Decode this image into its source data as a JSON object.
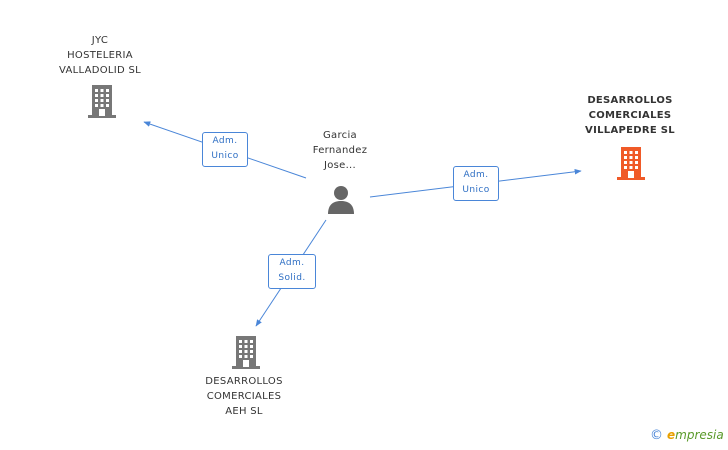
{
  "nodes": {
    "jyc": {
      "lines": [
        "JYC",
        "HOSTELERIA",
        "VALLADOLID SL"
      ],
      "icon": "building-icon",
      "color": "#777777"
    },
    "villapedre": {
      "lines": [
        "DESARROLLOS",
        "COMERCIALES",
        "VILLAPEDRE SL"
      ],
      "icon": "building-icon",
      "color": "#f05a28"
    },
    "aeh": {
      "lines": [
        "DESARROLLOS",
        "COMERCIALES",
        "AEH SL"
      ],
      "icon": "building-icon",
      "color": "#777777"
    },
    "person": {
      "lines": [
        "Garcia",
        "Fernandez",
        "Jose..."
      ],
      "icon": "person-icon",
      "color": "#666666"
    }
  },
  "edges": {
    "to_jyc": {
      "lines": [
        "Adm.",
        "Unico"
      ]
    },
    "to_villapedre": {
      "lines": [
        "Adm.",
        "Unico"
      ]
    },
    "to_aeh": {
      "lines": [
        "Adm.",
        "Solid."
      ]
    }
  },
  "colors": {
    "edge": "#4a86d8"
  },
  "brand": {
    "copyright": "©",
    "e": "e",
    "rest": "mpresia"
  }
}
